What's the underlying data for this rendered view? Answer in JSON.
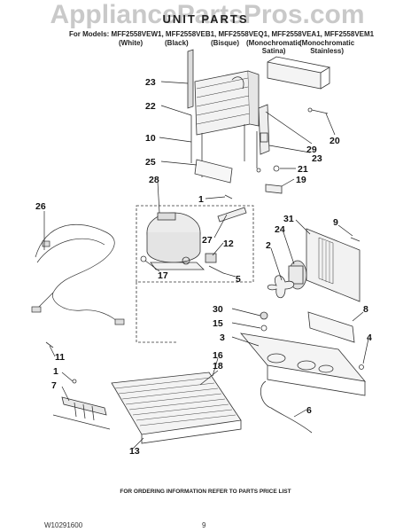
{
  "watermark": "AppliancePartsPros.com",
  "title": "UNIT PARTS",
  "models_line": "For Models: MFF2558VEW1, MFF2558VEB1, MFF2558VEQ1, MFF2558VEA1, MFF2558VEM1",
  "variants": [
    "(White)",
    "(Black)",
    "(Bisque)",
    "(Monochromatic\nSatina)",
    "(Monochromatic\nStainless)"
  ],
  "callouts": [
    "23",
    "22",
    "10",
    "25",
    "28",
    "1",
    "26",
    "27",
    "12",
    "17",
    "5",
    "2",
    "24",
    "31",
    "9",
    "20",
    "29",
    "23",
    "21",
    "19",
    "11",
    "30",
    "15",
    "3",
    "8",
    "4",
    "16",
    "18",
    "1",
    "7",
    "6",
    "13"
  ],
  "footer_note": "FOR ORDERING INFORMATION REFER TO PARTS PRICE LIST",
  "doc_id": "W10291600",
  "page_number": "9"
}
